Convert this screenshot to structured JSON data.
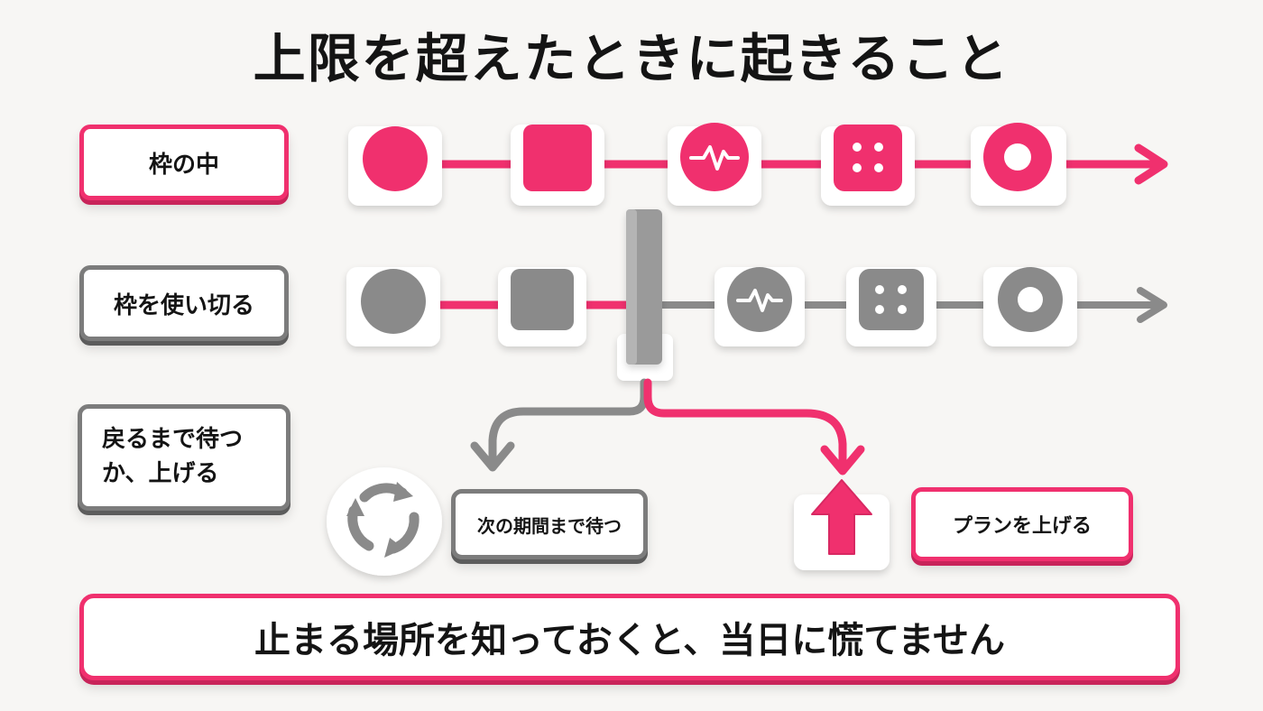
{
  "title": "上限を超えたときに起きること",
  "rows": [
    {
      "label": "枠の中"
    },
    {
      "label": "枠を使い切る"
    },
    {
      "label": "戻るまで待つか、上げる"
    }
  ],
  "options": {
    "wait": "次の期間まで待つ",
    "upgrade": "プランを上げる"
  },
  "footer": "止まる場所を知っておくと、当日に慌てません",
  "colors": {
    "accent": "#f0306e",
    "gray": "#8a8a8a"
  },
  "icons": [
    "circle-icon",
    "square-icon",
    "pulse-icon",
    "dice-icon",
    "ring-icon",
    "refresh-cycle-icon",
    "up-arrow-icon"
  ]
}
